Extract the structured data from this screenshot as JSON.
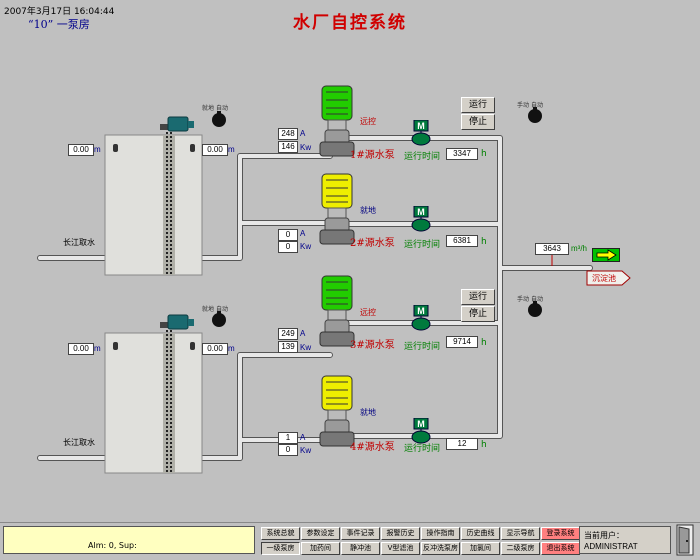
{
  "header": {
    "datetime": "2007年3月17日 16:04:44",
    "station": "“10” 一泵房",
    "title": "水厂自控系统"
  },
  "intake": {
    "label": "长江取水",
    "top": {
      "left_value": "0.00",
      "right_value": "0.00",
      "unit": "m"
    },
    "bottom": {
      "left_value": "0.00",
      "right_value": "0.00",
      "unit": "m"
    }
  },
  "mode_switch": {
    "manual": "手动",
    "auto": "自动"
  },
  "screen_mode": {
    "local": "就地",
    "auto": "自动"
  },
  "pumps": [
    {
      "name": "1#源水泵",
      "status": "远控",
      "status_color": "#c00000",
      "body_color": "#22cc00",
      "current": "248",
      "current_unit": "A",
      "power": "146",
      "power_unit": "Kw",
      "run_label": "运行时间",
      "run_hours": "3347",
      "hours_unit": "h"
    },
    {
      "name": "2#源水泵",
      "status": "就地",
      "status_color": "#000080",
      "body_color": "#eeee00",
      "current": "0",
      "current_unit": "A",
      "power": "0",
      "power_unit": "Kw",
      "run_label": "运行时间",
      "run_hours": "6381",
      "hours_unit": "h"
    },
    {
      "name": "3#源水泵",
      "status": "远控",
      "status_color": "#c00000",
      "body_color": "#22cc00",
      "current": "249",
      "current_unit": "A",
      "power": "139",
      "power_unit": "Kw",
      "run_label": "运行时间",
      "run_hours": "9714",
      "hours_unit": "h"
    },
    {
      "name": "4#源水泵",
      "status": "就地",
      "status_color": "#000080",
      "body_color": "#eeee00",
      "current": "1",
      "current_unit": "A",
      "power": "0",
      "power_unit": "Kw",
      "run_label": "运行时间",
      "run_hours": "12",
      "hours_unit": "h"
    }
  ],
  "valve_letter": "M",
  "controls": {
    "run": "运行",
    "stop": "停止"
  },
  "flow": {
    "value": "3643",
    "unit": "m³/h",
    "destination": "沉淀池"
  },
  "footer": {
    "alarm_text": "Alm: 0, Sup:",
    "nav_row1": [
      "系统总貌",
      "参数设定",
      "事件记录",
      "报警历史",
      "操作指南",
      "历史曲线",
      "显示导航",
      "登录系统"
    ],
    "nav_row2": [
      "一级泵房",
      "加药间",
      "静冲池",
      "V型滤池",
      "反冲洗泵房",
      "加氯间",
      "二级泵房",
      "退出系统"
    ],
    "user_label": "当前用户：",
    "user_name": "ADMINISTRAT"
  },
  "colors": {
    "background": "#c0c0c0",
    "pipe": "#e8e8e8",
    "valve": "#007a3d",
    "alarm_bg": "#ffffc0",
    "title": "#d00000",
    "arrow_bg": "#00c000"
  }
}
